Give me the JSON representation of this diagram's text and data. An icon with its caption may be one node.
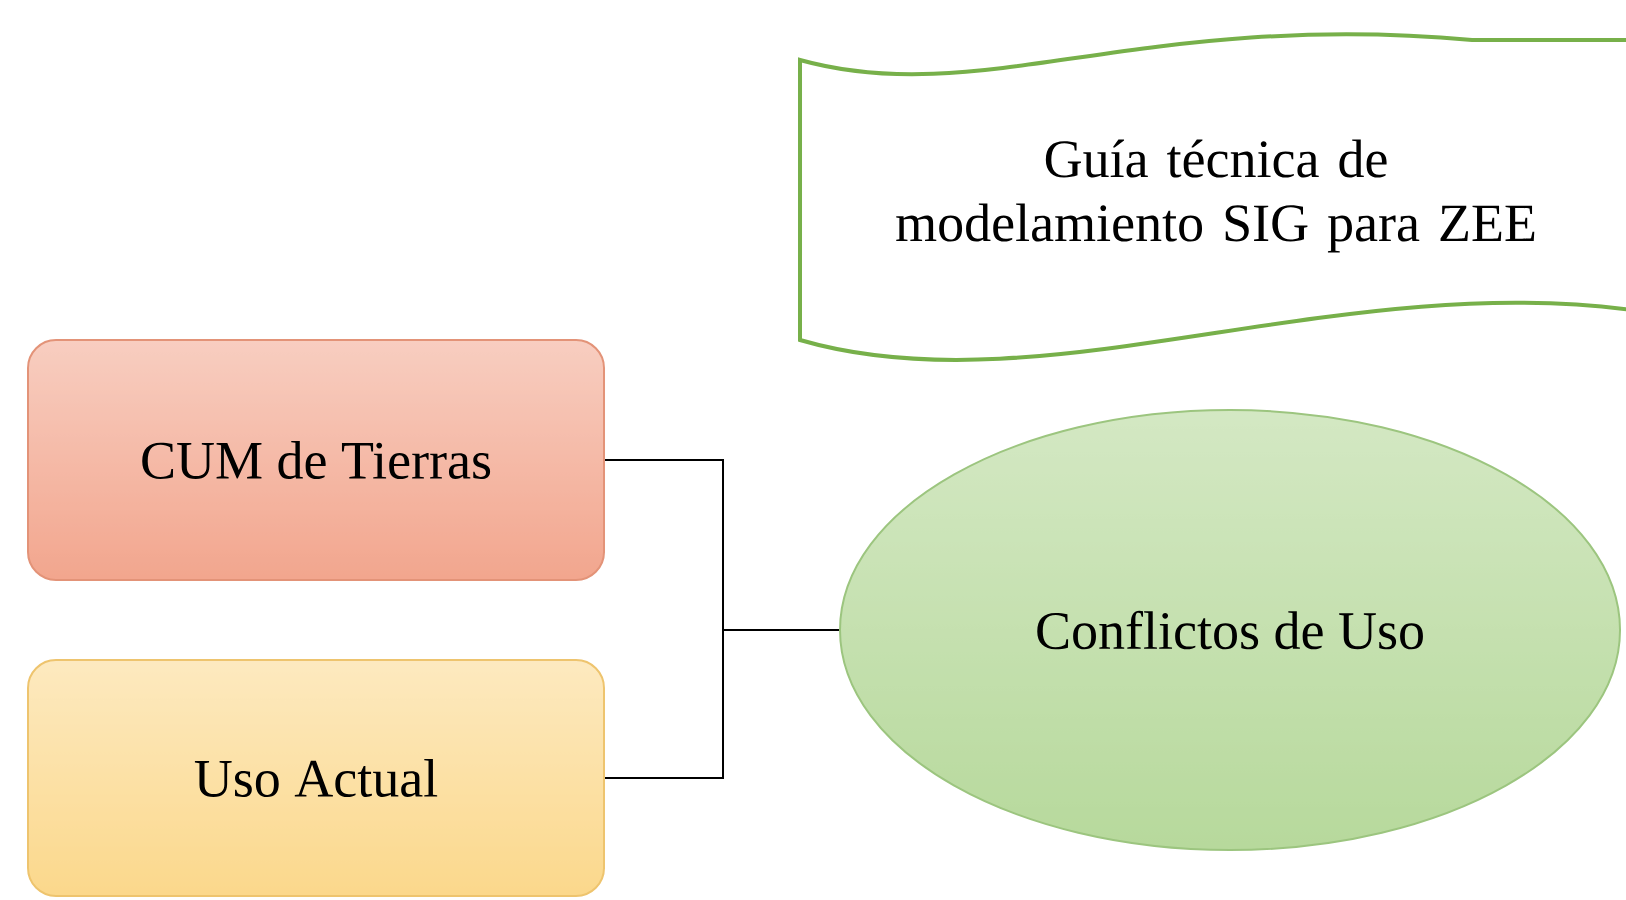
{
  "diagram": {
    "nodes": [
      {
        "text": [
          "Guía técnica de modelamiento SIG para ZEE"
        ]
      },
      {
        "text": [
          "CUM de Tierras"
        ]
      },
      {
        "text": [
          "Uso Actual"
        ]
      },
      {
        "text": [
          "Conflictos de Uso"
        ]
      }
    ],
    "edges": [
      {
        "from": 1,
        "to": 3,
        "arrow": "none"
      },
      {
        "from": 2,
        "to": 3,
        "arrow": "none"
      }
    ]
  }
}
